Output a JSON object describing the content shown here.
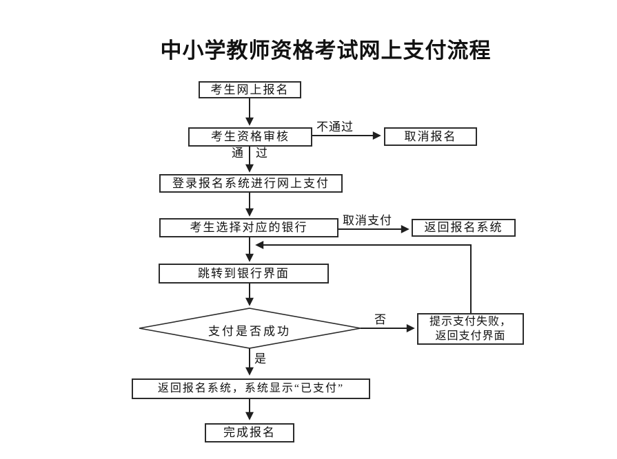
{
  "title": "中小学教师资格考试网上支付流程",
  "nodes": {
    "register": "考生网上报名",
    "review": "考生资格审核",
    "cancel_register": "取消报名",
    "login_pay": "登录报名系统进行网上支付",
    "select_bank": "考生选择对应的银行",
    "return_system": "返回报名系统",
    "bank_page": "跳转到银行界面",
    "decision": "支付是否成功",
    "fail_line1": "提示支付失败，",
    "fail_line2": "返回支付界面",
    "paid": "返回报名系统，系统显示“已支付”",
    "done": "完成报名"
  },
  "edge_labels": {
    "not_pass": "不通过",
    "pass_char1": "通",
    "pass_char2": "过",
    "cancel_pay": "取消支付",
    "no": "否",
    "yes": "是"
  },
  "colors": {
    "line": "#1f1f1f",
    "border": "#2b2b2b",
    "text": "#111111",
    "background": "#ffffff"
  }
}
